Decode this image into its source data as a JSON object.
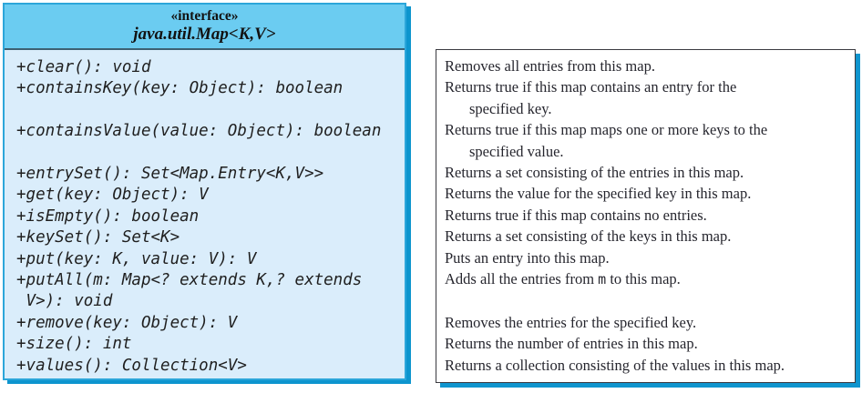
{
  "colors": {
    "header_fill": "#6BCCF1",
    "body_fill": "#DAEDFB",
    "box_border": "#2CA6DA",
    "box_shadow": "#0D95CE",
    "divider": "#3D6073",
    "desc_border": "#3A3A40",
    "desc_shadow": "#1095CE",
    "method_ink": "#1F1F1F",
    "desc_ink": "#26262E",
    "header_ink": "#121212"
  },
  "uml_box": {
    "stereotype": "«interface»",
    "title": "java.util.Map<K,V>",
    "methods": [
      "+clear(): void",
      "+containsKey(key: Object): boolean",
      "",
      "+containsValue(value: Object): boolean",
      "",
      "+entrySet(): Set<Map.Entry<K,V>>",
      "+get(key: Object): V",
      "+isEmpty(): boolean",
      "+keySet(): Set<K>",
      "+put(key: K, value: V): V",
      "+putAll(m: Map<? extends K,? extends",
      " V>): void",
      "+remove(key: Object): V",
      "+size(): int",
      "+values(): Collection<V>"
    ]
  },
  "description_box": {
    "lines": [
      {
        "text": "Removes all entries from this map."
      },
      {
        "text": "Returns true if this map contains an entry for the"
      },
      {
        "text": "specified key.",
        "indent": true
      },
      {
        "text": "Returns true if this map maps one or more keys to the"
      },
      {
        "text": "specified value.",
        "indent": true
      },
      {
        "text": "Returns a set consisting of the entries in this map."
      },
      {
        "text": "Returns the value for the specified key in this map."
      },
      {
        "text": "Returns true if this map contains no entries."
      },
      {
        "text": "Returns a set consisting of the keys in this map."
      },
      {
        "text": "Puts an entry into this map."
      },
      {
        "parts": [
          {
            "t": "Adds all the entries from "
          },
          {
            "t": "m",
            "code": true
          },
          {
            "t": " to this map."
          }
        ]
      },
      {
        "text": ""
      },
      {
        "text": "Removes the entries for the specified key."
      },
      {
        "text": "Returns the number of entries in this map."
      },
      {
        "text": "Returns a collection consisting of the values in this map."
      }
    ]
  }
}
